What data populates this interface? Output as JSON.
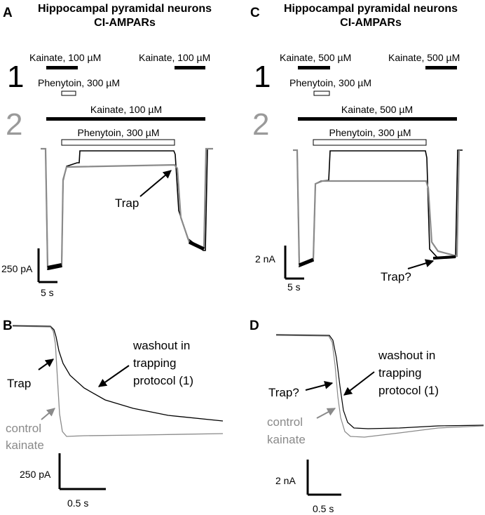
{
  "figure": {
    "panels": {
      "A": {
        "letter": "A",
        "title_line1": "Hippocampal pyramidal neurons",
        "title_line2": "CI-AMPARs",
        "protocol1_label": "1",
        "protocol2_label": "2",
        "kainate_a": "Kainate, 100 µM",
        "kainate_b": "Kainate, 100 µM",
        "phenytoin_1": "Phenytoin, 300 µM",
        "kainate_long": "Kainate, 100 µM",
        "phenytoin_2": "Phenytoin, 300 µM",
        "annotation": "Trap",
        "scale_y": "250 pA",
        "scale_x": "5 s"
      },
      "B": {
        "letter": "B",
        "annotation_trap": "Trap",
        "washout_line1": "washout in",
        "washout_line2": "trapping",
        "washout_line3": "protocol (1)",
        "control_line1": "control",
        "control_line2": "kainate",
        "scale_y": "250 pA",
        "scale_x": "0.5 s"
      },
      "C": {
        "letter": "C",
        "title_line1": "Hippocampal pyramidal neurons",
        "title_line2": "CI-AMPARs",
        "protocol1_label": "1",
        "protocol2_label": "2",
        "kainate_a": "Kainate, 500 µM",
        "kainate_b": "Kainate, 500 µM",
        "phenytoin_1": "Phenytoin, 300 µM",
        "kainate_long": "Kainate, 500 µM",
        "phenytoin_2": "Phenytoin, 300 µM",
        "annotation": "Trap?",
        "scale_y": "2 nA",
        "scale_x": "5 s"
      },
      "D": {
        "letter": "D",
        "annotation_trap": "Trap?",
        "washout_line1": "washout in",
        "washout_line2": "trapping",
        "washout_line3": "protocol (1)",
        "control_line1": "control",
        "control_line2": "kainate",
        "scale_y": "2 nA",
        "scale_x": "0.5 s"
      }
    },
    "colors": {
      "trace_protocol1": "#000000",
      "trace_protocol2": "#8a8a8a",
      "label_protocol2": "#9a9a9a"
    }
  }
}
